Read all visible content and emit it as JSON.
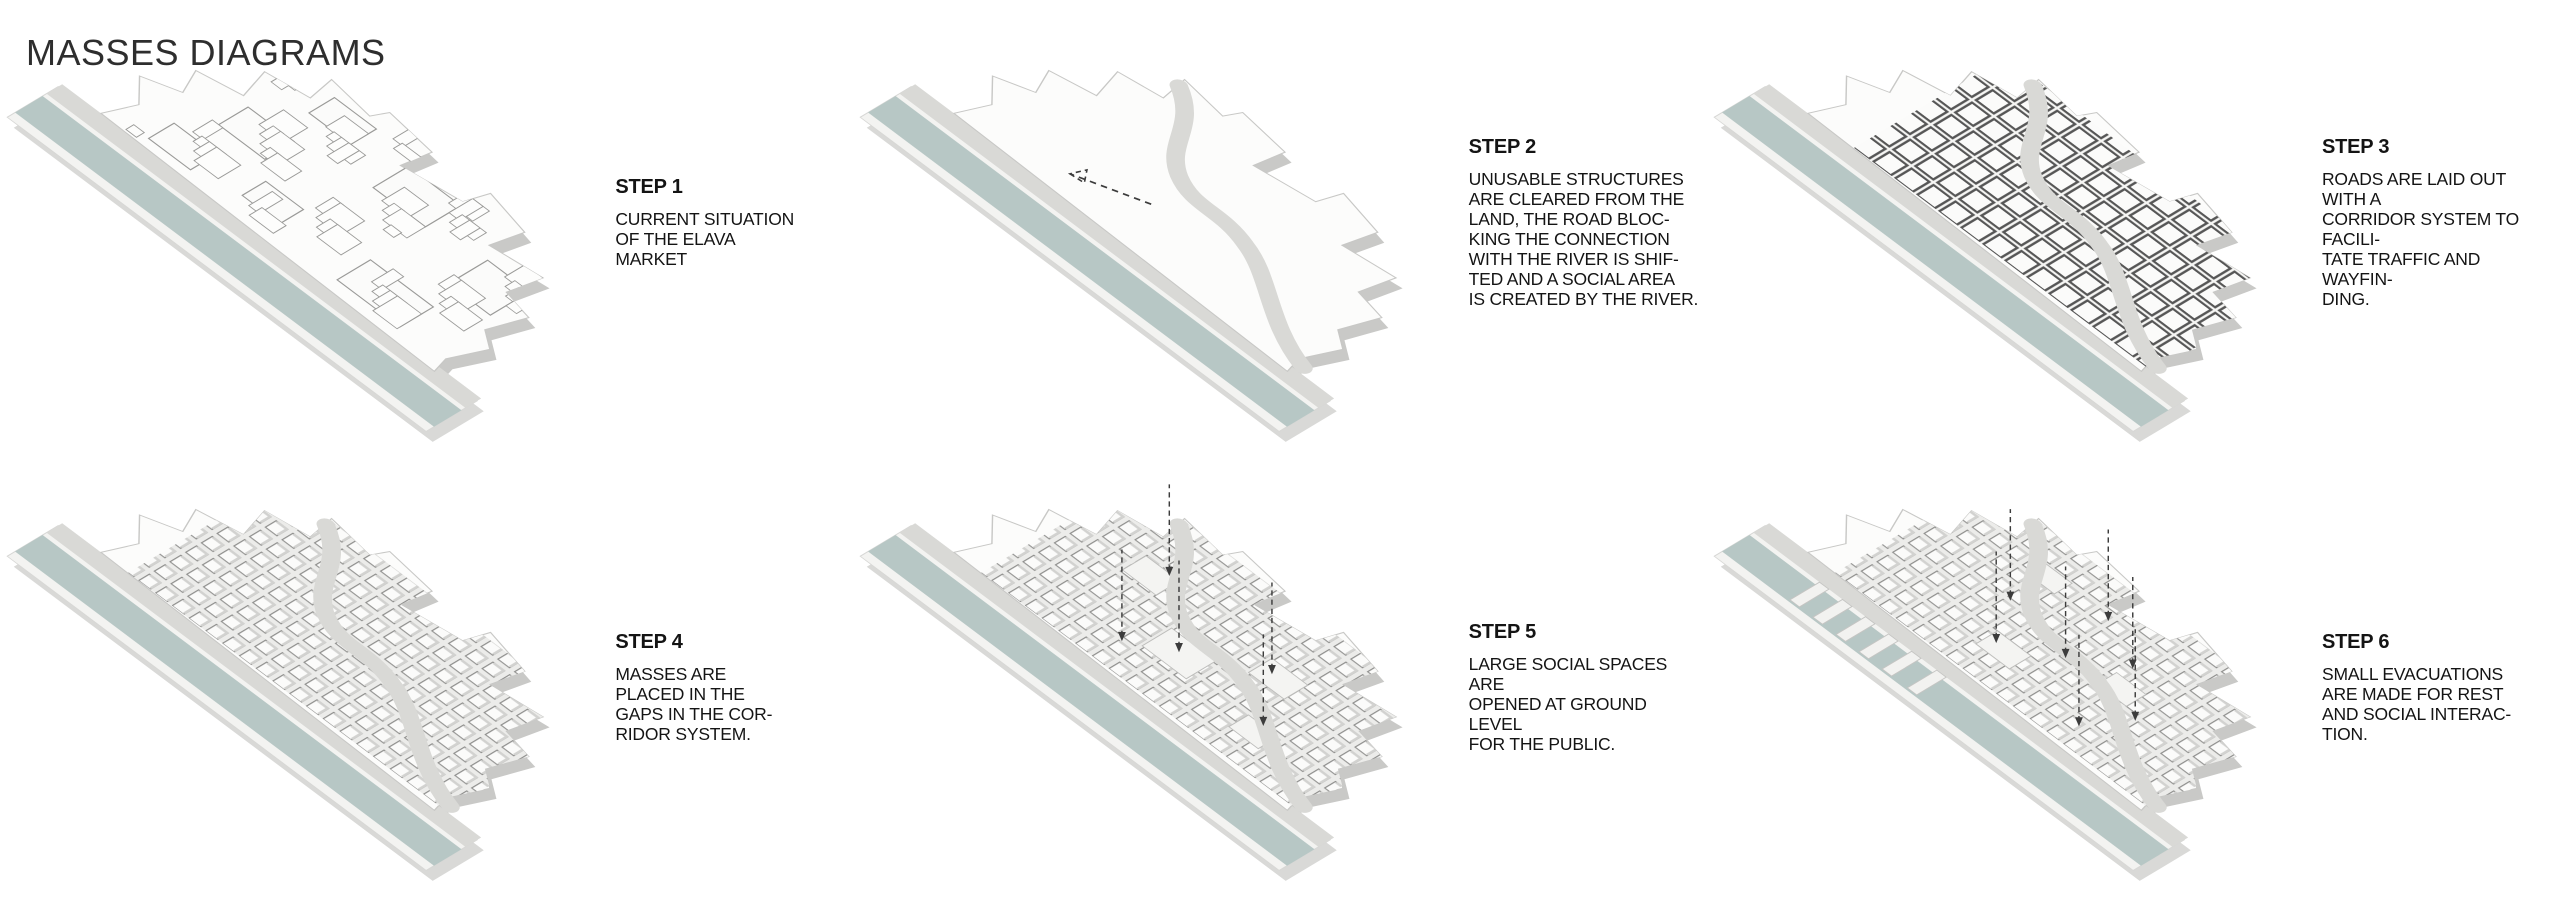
{
  "page": {
    "title": "MASSES DIAGRAMS"
  },
  "colors": {
    "river": "#b7c7c5",
    "road": "#d9d9d6",
    "land": "#fcfcfb",
    "shadow": "#c9c9c7",
    "text": "#141414"
  },
  "panels": [
    {
      "id": "step-1",
      "step_label": "STEP 1",
      "description": "CURRENT SITUATION\nOF THE ELAVA\nMARKET"
    },
    {
      "id": "step-2",
      "step_label": "STEP 2",
      "description": "UNUSABLE STRUCTURES\nARE CLEARED FROM THE\nLAND, THE ROAD BLOC-\nKING THE CONNECTION\nWITH THE RIVER IS SHIF-\nTED AND A SOCIAL AREA\nIS CREATED BY THE RIVER."
    },
    {
      "id": "step-3",
      "step_label": "STEP 3",
      "description": "ROADS ARE LAID OUT WITH A\nCORRIDOR SYSTEM TO FACILI-\nTATE TRAFFIC AND WAYFIN-\nDING."
    },
    {
      "id": "step-4",
      "step_label": "STEP 4",
      "description": "MASSES ARE\nPLACED IN THE\nGAPS IN THE COR-\nRIDOR SYSTEM."
    },
    {
      "id": "step-5",
      "step_label": "STEP 5",
      "description": "LARGE SOCIAL SPACES ARE\nOPENED AT GROUND LEVEL\nFOR THE PUBLIC."
    },
    {
      "id": "step-6",
      "step_label": "STEP 6",
      "description": "SMALL EVACUATIONS\nARE MADE FOR REST\nAND SOCIAL INTERAC-\nTION."
    }
  ]
}
